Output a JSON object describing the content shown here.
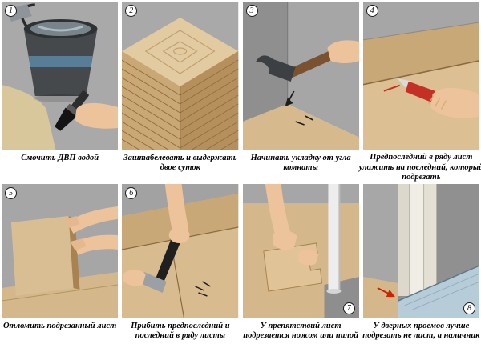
{
  "panels": [
    {
      "number": "1",
      "caption": "Смочить ДВП водой",
      "illustration": "bucket-of-water-and-brush"
    },
    {
      "number": "2",
      "caption": "Заштабелевать и выдержать двое суток",
      "illustration": "stacked-hardboard-sheets"
    },
    {
      "number": "3",
      "caption": "Начинать укладку от угла комнаты",
      "illustration": "hammer-at-room-corner"
    },
    {
      "number": "4",
      "caption": "Предпоследний в ряду лист уложить на последний, который подрезать",
      "illustration": "hand-scoring-sheet-with-knife"
    },
    {
      "number": "5",
      "caption": "Отломить подрезанный лист",
      "illustration": "breaking-off-scored-sheet"
    },
    {
      "number": "6",
      "caption": "Прибить предпоследний и последний в ряду листы",
      "illustration": "nailing-sheets-with-hammer"
    },
    {
      "number": "7",
      "caption": "У препятствий лист подрезается ножом или пилой",
      "illustration": "cutting-sheet-around-pipe"
    },
    {
      "number": "8",
      "caption": "У дверных проемов лучше подрезать не лист, а наличник",
      "illustration": "sheet-under-door-casing"
    }
  ],
  "colors": {
    "board_tan": "#d4b88c",
    "wall_gray": "#a6a6a6",
    "skin": "#ecc39a",
    "knife_red": "#c43026",
    "sheet_blue": "#b6ccd9",
    "background": "#ffffff"
  }
}
